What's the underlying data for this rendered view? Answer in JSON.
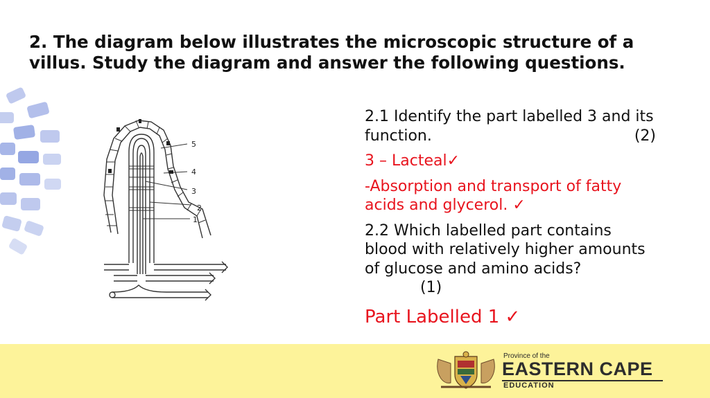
{
  "heading": "2. The diagram below illustrates the microscopic structure of a villus. Study the diagram and answer the following questions.",
  "diagram": {
    "labels": [
      "5",
      "4",
      "3",
      "2",
      "1"
    ]
  },
  "questions": {
    "q1_text": "2.1 Identify the part labelled 3 and its function.",
    "q1_marks": "(2)",
    "a1_line1": "3 – Lacteal",
    "a1_line2": "-Absorption and transport of fatty acids and glycerol.",
    "q2_text": "2.2 Which labelled part contains blood with relatively higher amounts of glucose and amino acids?",
    "q2_marks": "(1)",
    "a2": "Part Labelled 1",
    "check": "✓"
  },
  "footer": {
    "province_small": "Province of the",
    "province_main": "EASTERN CAPE",
    "province_sub": "EDUCATION"
  },
  "colors": {
    "answer_red": "#e8141e",
    "footer_yellow": "#fdf39a",
    "decor_blue": "#8a9de0"
  }
}
